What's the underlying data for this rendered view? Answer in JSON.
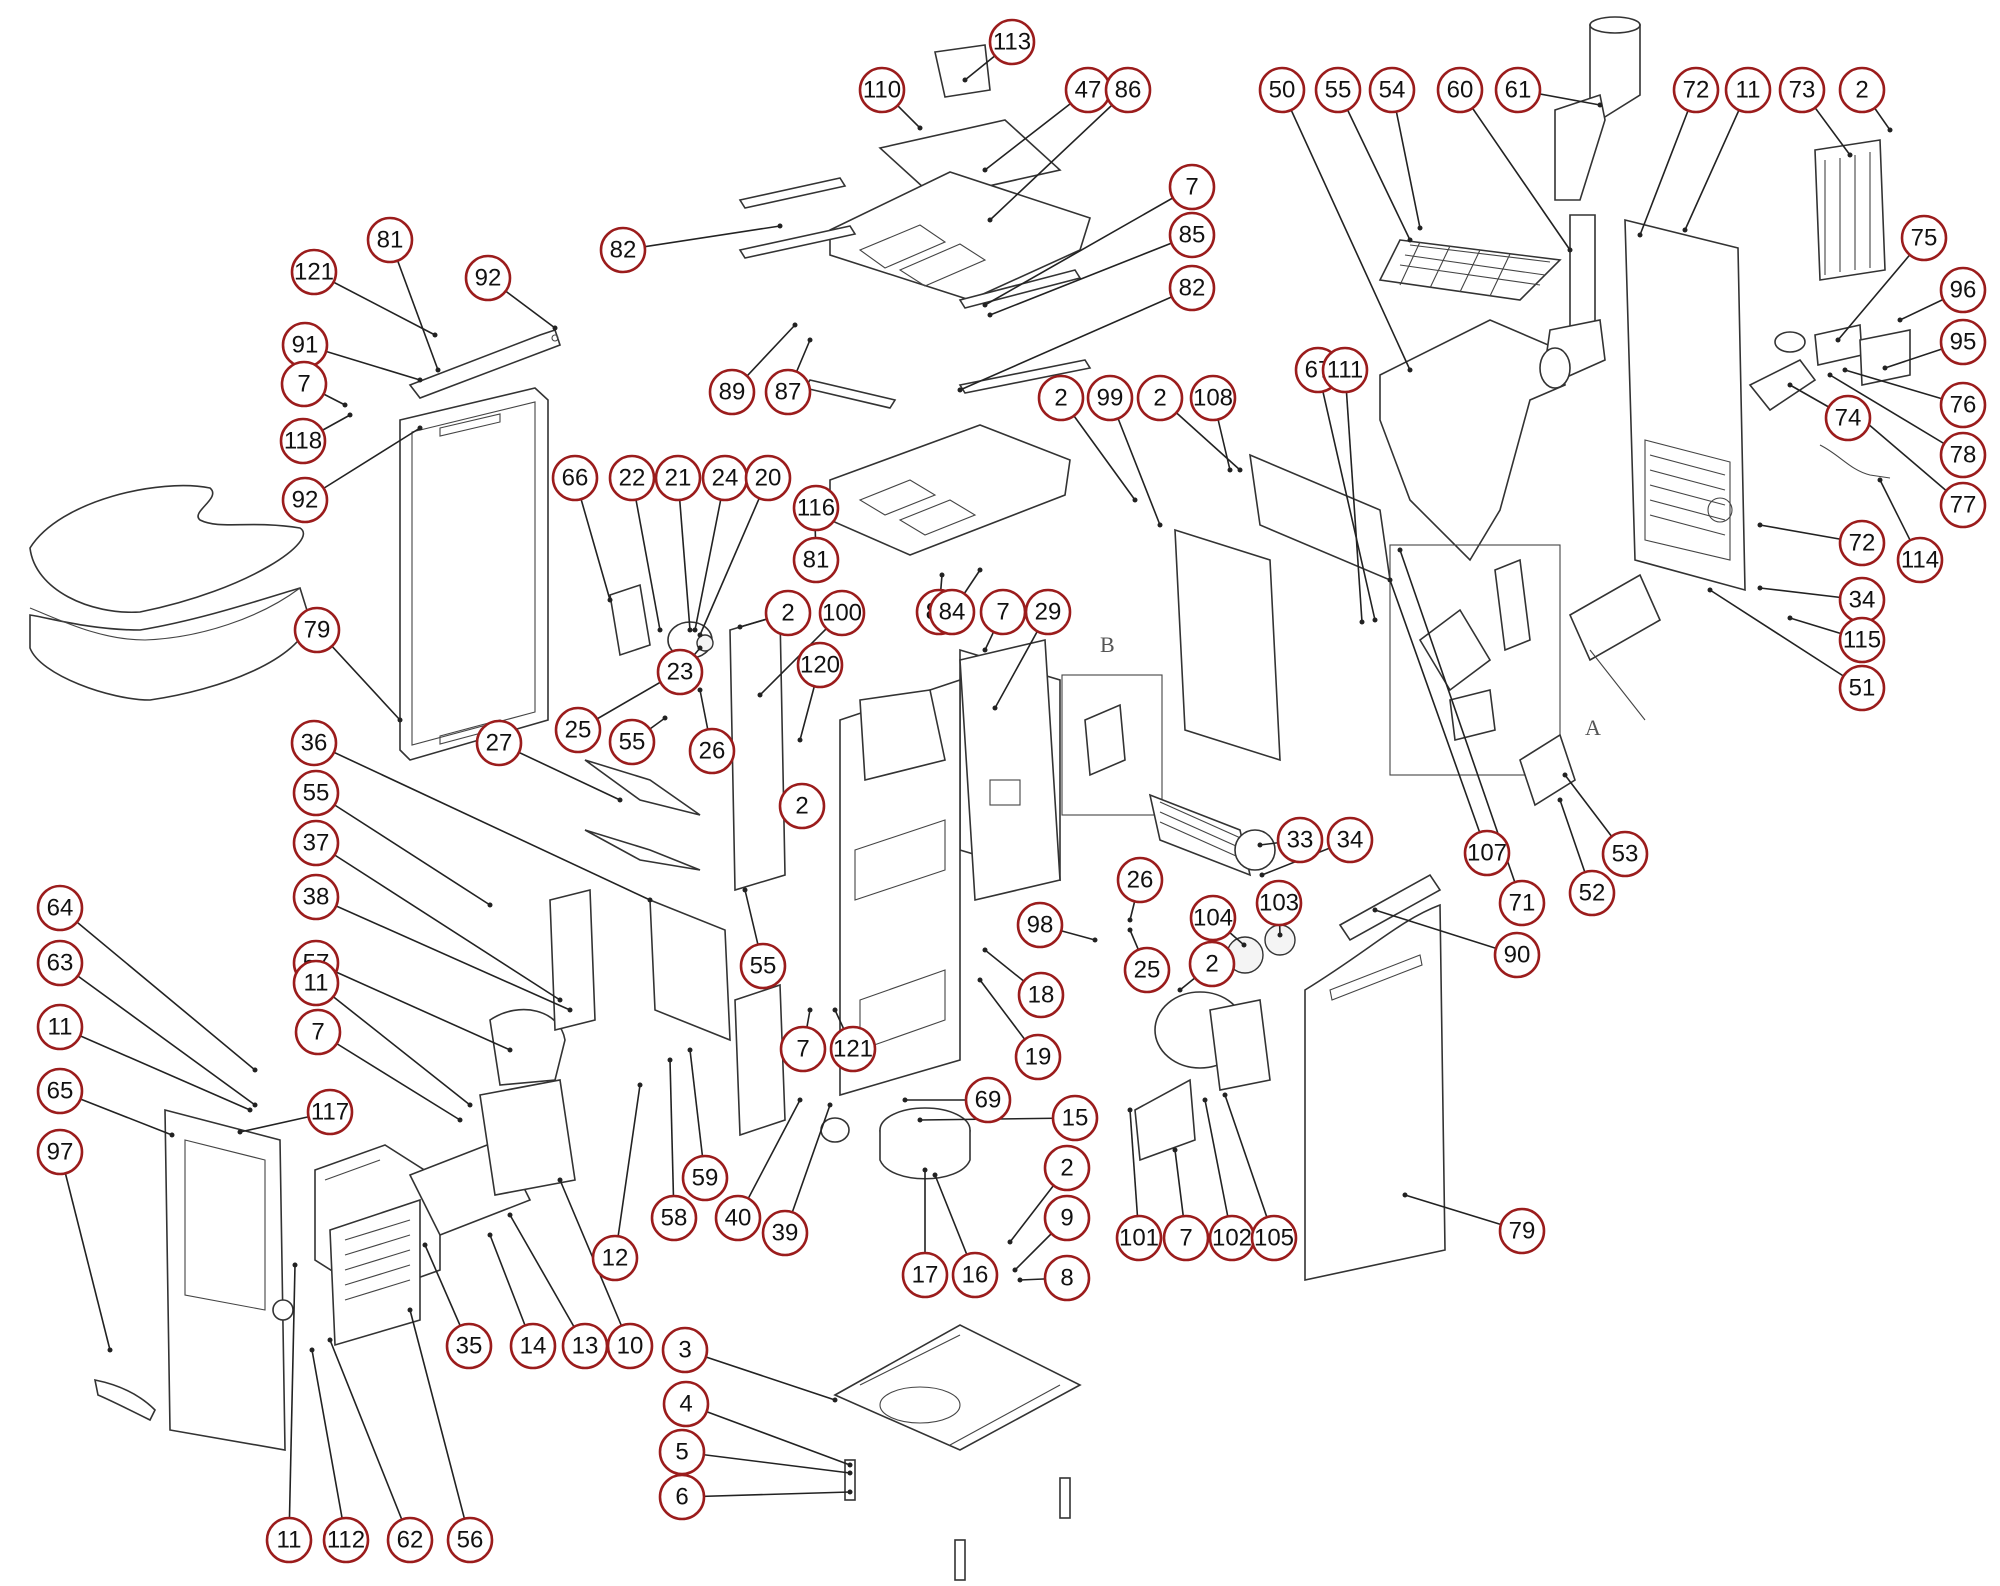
{
  "diagram": {
    "callouts": [
      "113",
      "110",
      "47",
      "86",
      "50",
      "55",
      "54",
      "60",
      "61",
      "72",
      "11",
      "73",
      "2",
      "121",
      "81",
      "92",
      "91",
      "7",
      "118",
      "92",
      "82",
      "7",
      "85",
      "82",
      "89",
      "87",
      "75",
      "96",
      "95",
      "76",
      "78",
      "77",
      "74",
      "114",
      "72",
      "34",
      "115",
      "51",
      "66",
      "22",
      "21",
      "24",
      "20",
      "116",
      "81",
      "79",
      "2",
      "99",
      "2",
      "108",
      "67",
      "111",
      "23",
      "25",
      "55",
      "26",
      "2",
      "100",
      "120",
      "2",
      "80",
      "84",
      "7",
      "29",
      "36",
      "27",
      "55",
      "37",
      "38",
      "57",
      "11",
      "7",
      "64",
      "63",
      "11",
      "65",
      "117",
      "97",
      "33",
      "34",
      "26",
      "104",
      "103",
      "25",
      "2",
      "98",
      "90",
      "107",
      "71",
      "52",
      "53",
      "55",
      "7",
      "121",
      "18",
      "19",
      "69",
      "12",
      "58",
      "59",
      "40",
      "39",
      "15",
      "16",
      "17",
      "2",
      "9",
      "8",
      "101",
      "7",
      "102",
      "105",
      "79",
      "35",
      "14",
      "13",
      "10",
      "3",
      "4",
      "5",
      "6",
      "11",
      "112",
      "62",
      "56"
    ],
    "section_labels": [
      "B",
      "A"
    ]
  }
}
